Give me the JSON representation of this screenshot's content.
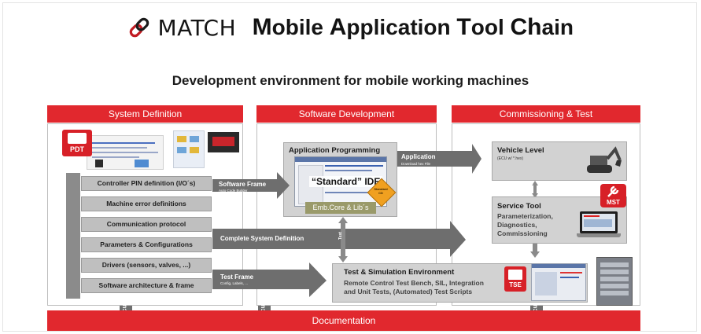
{
  "header": {
    "brand": "MATCH",
    "full_title_parts": [
      {
        "cap": "M",
        "rest": "obile "
      },
      {
        "cap": "A",
        "rest": "pplication "
      },
      {
        "cap": "T",
        "rest": "ool "
      },
      {
        "cap": "Ch",
        "rest": "ain"
      }
    ],
    "subtitle": "Development environment for mobile working machines"
  },
  "columns": {
    "system_definition": "System Definition",
    "software_development": "Software Development",
    "commissioning_test": "Commissioning & Test"
  },
  "definition_items": [
    "Controller PIN definition (I/O´s)",
    "Machine error definitions",
    "Communication protocol",
    "Parameters & Configurations",
    "Drivers (sensors, valves, ...)",
    "Software architecture & frame"
  ],
  "badges": {
    "pdt": "PDT",
    "mst": "MST",
    "tse": "TSE",
    "standard_cd": "Standard CD"
  },
  "arrows": {
    "software_frame": {
      "label": "Software Frame",
      "sub": "Auto Code Builder"
    },
    "application": {
      "label": "Application",
      "sub": "Download hex File"
    },
    "complete_system": {
      "label": "Complete System Definition"
    },
    "test_frame": {
      "label": "Test Frame",
      "sub": "Config, Labels, ..."
    },
    "docu": "Docu",
    "exe": "Exe",
    "test": "Test"
  },
  "app_programming": {
    "title": "Application Programming",
    "ide_label": "“Standard” IDE",
    "emb_label": "Emb.Core & Lib´s"
  },
  "vehicle_level": {
    "title": "Vehicle Level",
    "sub": "(ECU w/ *.hex)"
  },
  "service_tool": {
    "title": "Service Tool",
    "features": [
      "Parameterization,",
      "Diagnostics,",
      "Commissioning"
    ]
  },
  "test_env": {
    "title": "Test & Simulation Environment",
    "lines": [
      "Remote Control Test Bench, SIL, Integration",
      "and Unit Tests, (Automated) Test Scripts"
    ]
  },
  "documentation": "Documentation",
  "colors": {
    "accent_red": "#e1282e",
    "arrow_gray": "#6e6e6e",
    "box_gray": "#d2d2d2"
  }
}
